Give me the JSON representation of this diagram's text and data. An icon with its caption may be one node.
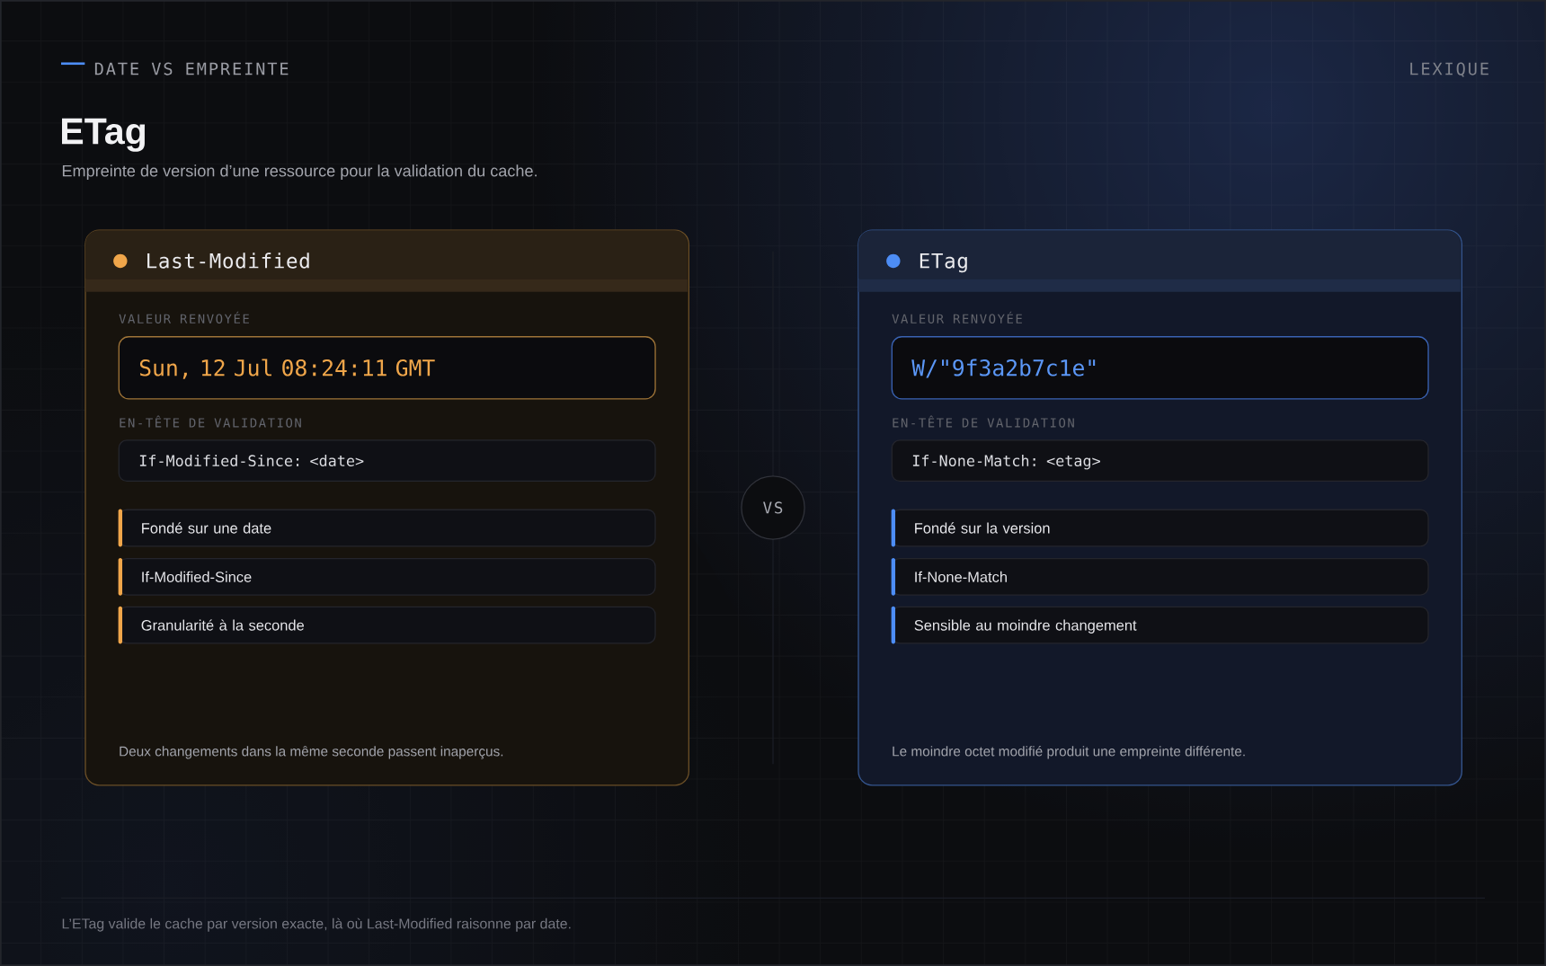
{
  "diagram": {
    "title": "ETag",
    "caption": "L’ETag valide le cache par version exacte, là où Last-Modified raisonne par date.",
    "nodes": [
      {
        "text": [
          "Last-Modified",
          "VALEUR RENVOYÉE",
          "EN-TÊTE DE VALIDATION",
          "Deux changements dans la même seconde passent inaperçus."
        ]
      },
      {
        "text": [
          "Sun, 12 Jul 08:24:11 GMT"
        ],
        "in": 0
      },
      {
        "text": [
          "If-Modified-Since: <date>"
        ],
        "in": 0
      },
      {
        "text": [
          "Fondé sur une date"
        ],
        "in": 0
      },
      {
        "text": [
          "If-Modified-Since"
        ],
        "in": 0
      },
      {
        "text": [
          "Granularité à la seconde"
        ],
        "in": 0
      },
      {
        "text": [
          "VS"
        ]
      },
      {
        "text": [
          "ETag",
          "VALEUR RENVOYÉE",
          "EN-TÊTE DE VALIDATION",
          "Le moindre octet modifié produit une empreinte différente."
        ]
      },
      {
        "text": [
          "W/\"9f3a2b7c1e\""
        ],
        "in": 7
      },
      {
        "text": [
          "If-None-Match: <etag>"
        ],
        "in": 7
      },
      {
        "text": [
          "Fondé sur la version"
        ],
        "in": 7
      },
      {
        "text": [
          "If-None-Match"
        ],
        "in": 7
      },
      {
        "text": [
          "Sensible au moindre changement"
        ],
        "in": 7
      }
    ],
    "labels": [
      "DATE VS EMPREINTE",
      "LEXIQUE",
      "Empreinte de version d’une ressource pour la validation du cache."
    ]
  }
}
